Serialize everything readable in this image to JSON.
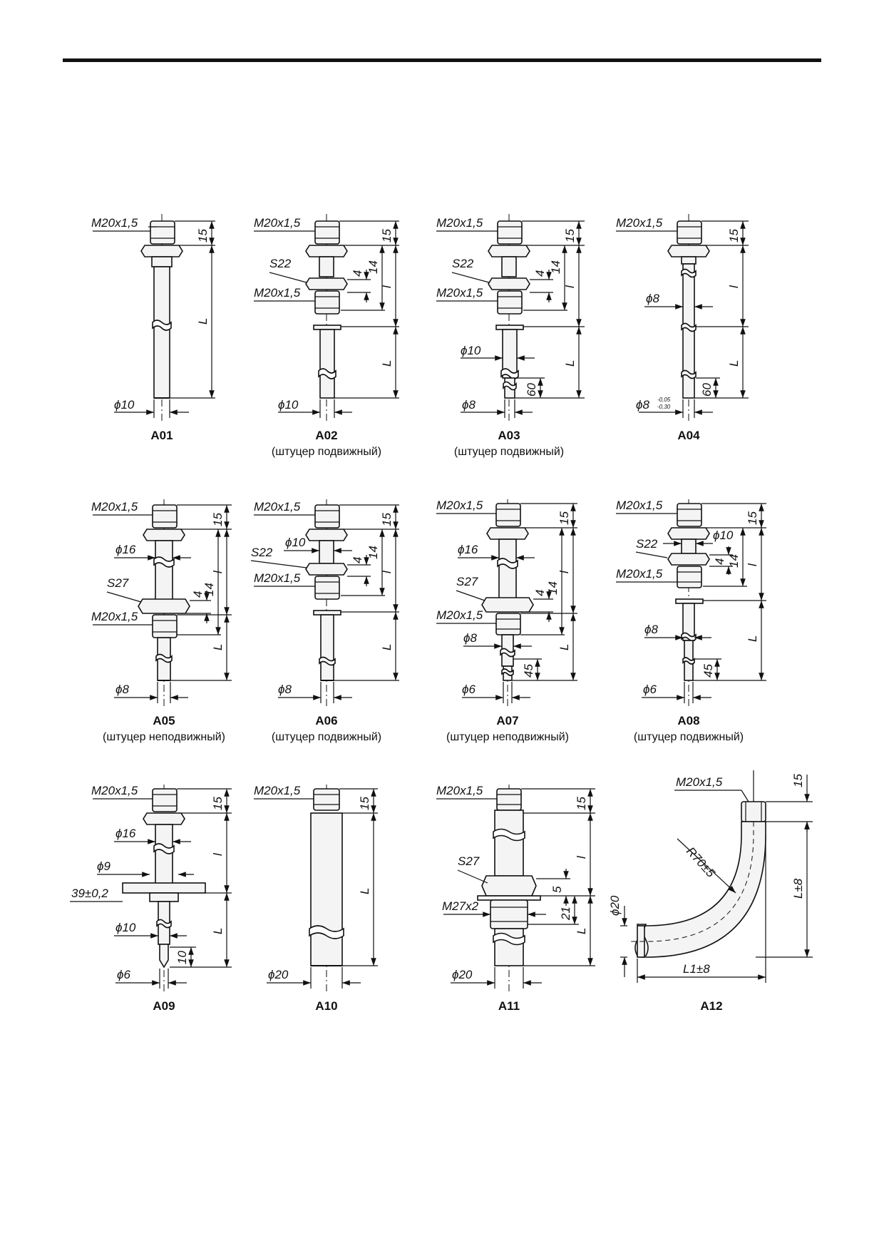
{
  "items": [
    {
      "code": "A01",
      "note": "",
      "labels": {
        "thread": "M20x1,5",
        "dia": "ϕ10",
        "h15": "15",
        "L": "L"
      }
    },
    {
      "code": "A02",
      "note": "(штуцер подвижный)",
      "labels": {
        "thread": "M20x1,5",
        "s": "S22",
        "thread2": "M20x1,5",
        "dia": "ϕ10",
        "h15": "15",
        "h4": "4",
        "h14": "14",
        "l": "l",
        "L": "L"
      }
    },
    {
      "code": "A03",
      "note": "(штуцер подвижный)",
      "labels": {
        "thread": "M20x1,5",
        "s": "S22",
        "thread2": "M20x1,5",
        "dia1": "ϕ10",
        "dia": "ϕ8",
        "h15": "15",
        "h4": "4",
        "h14": "14",
        "l": "l",
        "L": "L",
        "h60": "60"
      }
    },
    {
      "code": "A04",
      "note": "",
      "labels": {
        "thread": "M20x1,5",
        "dia1": "ϕ8",
        "dia": "ϕ8",
        "tol_up": "-0,05",
        "tol_dn": "-0,30",
        "h15": "15",
        "l": "l",
        "L": "L",
        "h60": "60"
      }
    },
    {
      "code": "A05",
      "note": "(штуцер неподвижный)",
      "labels": {
        "thread": "M20x1,5",
        "dia1": "ϕ16",
        "s": "S27",
        "thread2": "M20x1,5",
        "dia": "ϕ8",
        "h15": "15",
        "h4": "4",
        "h14": "14",
        "l": "l",
        "L": "L"
      }
    },
    {
      "code": "A06",
      "note": "(штуцер подвижный)",
      "labels": {
        "thread": "M20x1,5",
        "dia1": "ϕ10",
        "s": "S22",
        "thread2": "M20x1,5",
        "dia": "ϕ8",
        "h15": "15",
        "h4": "4",
        "h14": "14",
        "l": "l",
        "L": "L"
      }
    },
    {
      "code": "A07",
      "note": "(штуцер неподвижный)",
      "labels": {
        "thread": "M20x1,5",
        "dia1": "ϕ16",
        "s": "S27",
        "thread2": "M20x1,5",
        "dia2": "ϕ8",
        "dia": "ϕ6",
        "h15": "15",
        "h4": "4",
        "h14": "14",
        "l": "l",
        "L": "L",
        "h45": "45"
      }
    },
    {
      "code": "A08",
      "note": "(штуцер подвижный)",
      "labels": {
        "thread": "M20x1,5",
        "s": "S22",
        "dia1": "ϕ10",
        "thread2": "M20x1,5",
        "dia2": "ϕ8",
        "dia": "ϕ6",
        "h15": "15",
        "h4": "4",
        "h14": "14",
        "l": "l",
        "L": "L",
        "h45": "45"
      }
    },
    {
      "code": "A09",
      "note": "",
      "labels": {
        "thread": "M20x1,5",
        "dia1": "ϕ16",
        "dia3": "ϕ9",
        "flange": "39±0,2",
        "dia2": "ϕ10",
        "dia": "ϕ6",
        "h15": "15",
        "l": "l",
        "L": "L",
        "h10": "10"
      }
    },
    {
      "code": "A10",
      "note": "",
      "labels": {
        "thread": "M20x1,5",
        "dia": "ϕ20",
        "h15": "15",
        "L": "L"
      }
    },
    {
      "code": "A11",
      "note": "",
      "labels": {
        "thread": "M20x1,5",
        "s": "S27",
        "thread2": "M27x2",
        "dia": "ϕ20",
        "h15": "15",
        "h5": "5",
        "h21": "21",
        "l": "l",
        "L": "L"
      }
    },
    {
      "code": "A12",
      "note": "",
      "labels": {
        "thread": "M20x1,5",
        "radius": "R70±5",
        "dia": "ϕ20",
        "h15": "15",
        "Ltol": "L±8",
        "L1": "L1±8"
      }
    }
  ]
}
